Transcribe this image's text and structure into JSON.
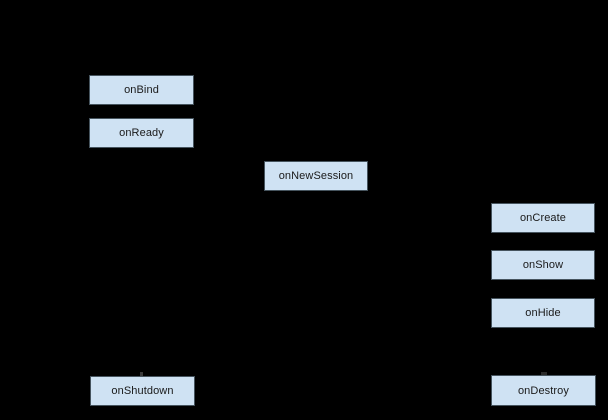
{
  "diagram": {
    "background_color": "#000000",
    "node_fill_color": "#cfe2f3",
    "node_border_color": "#46545e",
    "node_text_color": "#1a1a1a",
    "nodes": [
      {
        "label": "onBind"
      },
      {
        "label": "onReady"
      },
      {
        "label": "onNewSession"
      },
      {
        "label": "onCreate"
      },
      {
        "label": "onShow"
      },
      {
        "label": "onHide"
      },
      {
        "label": "onShutdown"
      },
      {
        "label": "onDestroy"
      }
    ]
  }
}
